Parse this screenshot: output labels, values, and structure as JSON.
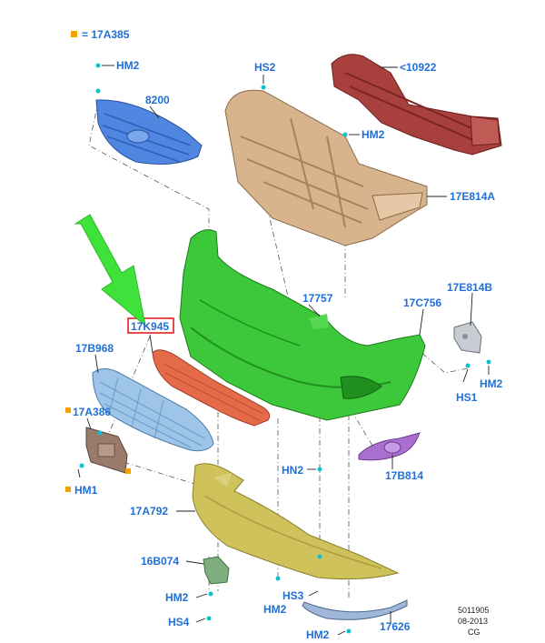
{
  "legend": {
    "marker_color": "#f5a100",
    "text": "= 17A385"
  },
  "labels": {
    "hm2_top": "HM2",
    "p8200": "8200",
    "hs2": "HS2",
    "p10922": "<10922",
    "hm2_mid": "HM2",
    "p17e814a": "17E814A",
    "p17757": "17757",
    "p17c756": "17C756",
    "p17e814b": "17E814B",
    "p17k945": "17K945",
    "p17b968": "17B968",
    "p17a386": "17A386",
    "hm2_right": "HM2",
    "hs1": "HS1",
    "hn2": "HN2",
    "p17b814": "17B814",
    "hm1": "HM1",
    "p17a792": "17A792",
    "p16b074": "16B074",
    "hm2_bl": "HM2",
    "hm2_bc": "HM2",
    "hs3": "HS3",
    "hs4": "HS4",
    "hm2_bot": "HM2",
    "p17626": "17626"
  },
  "reference": {
    "line1": "5011905",
    "line2": "08-2013",
    "line3": "CG"
  },
  "colors": {
    "label": "#1f6fd6",
    "grille_upper": "#4f86e0",
    "absorber": "#d8b48e",
    "reinforcement": "#a8403d",
    "bumper_cover": "#3cc83a",
    "lower_grille_insert": "#e56a4a",
    "lower_grille": "#9ec5e8",
    "bracket": "#9a7a6a",
    "fog_lamp_bezel": "#a96fd0",
    "deflector": "#cfc25a",
    "small_bracket": "#7fae7f",
    "lower_strip": "#9fb7d8",
    "pointer_arrow": "#3ee23a",
    "highlight_box": "#e02020"
  }
}
